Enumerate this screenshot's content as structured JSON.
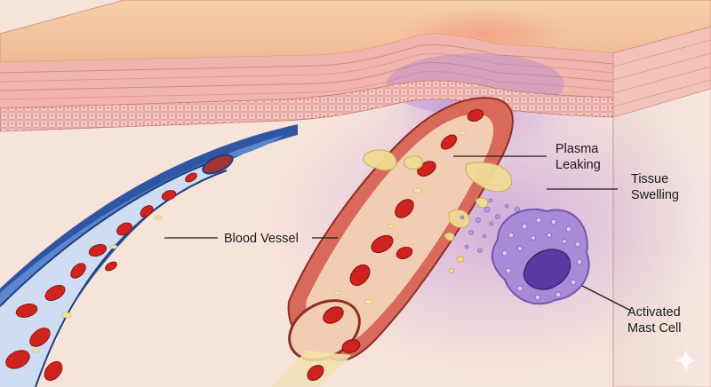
{
  "labels": {
    "blood_vessel": "Blood Vessel",
    "plasma_leaking": [
      "Plasma",
      "Leaking"
    ],
    "tissue_swelling": [
      "Tissue",
      "Swelling"
    ],
    "activated_mast_cell": [
      "Activated",
      "Mast Cell"
    ]
  },
  "colors": {
    "skin_top": "#f3c6a2",
    "dermis": "#f6e3da",
    "inflammation": "#b37fd8",
    "vein_blue": "#3e67b4",
    "vessel_wall": "#d9695b",
    "vessel_lumen": "#f2cdb4",
    "red_blood_cell": "#d0231f",
    "plasma": "#f0dc94",
    "mast_cell": "#a88ad6",
    "mast_nucleus": "#5b3ba3"
  },
  "icons": {
    "corner_mark": "sparkle-icon"
  }
}
